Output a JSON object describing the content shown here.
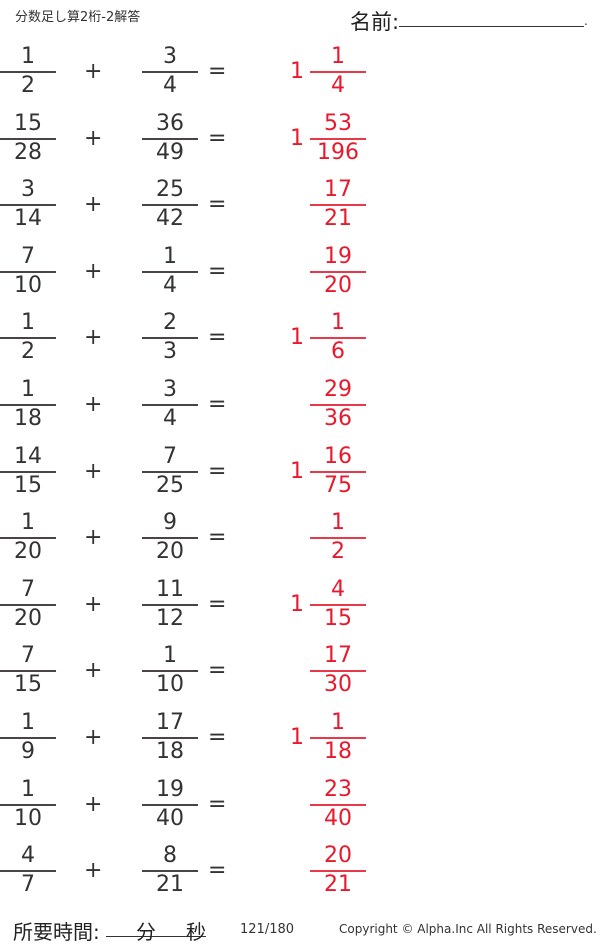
{
  "header": {
    "title": "分数足し算2桁-2解答",
    "name_label": "名前:",
    "name_end": "."
  },
  "operators": {
    "plus": "+",
    "equals": "="
  },
  "problems": [
    {
      "a": [
        "1",
        "2"
      ],
      "b": [
        "3",
        "4"
      ],
      "whole": "1",
      "ans": [
        "1",
        "4"
      ]
    },
    {
      "a": [
        "15",
        "28"
      ],
      "b": [
        "36",
        "49"
      ],
      "whole": "1",
      "ans": [
        "53",
        "196"
      ]
    },
    {
      "a": [
        "3",
        "14"
      ],
      "b": [
        "25",
        "42"
      ],
      "whole": "",
      "ans": [
        "17",
        "21"
      ]
    },
    {
      "a": [
        "7",
        "10"
      ],
      "b": [
        "1",
        "4"
      ],
      "whole": "",
      "ans": [
        "19",
        "20"
      ]
    },
    {
      "a": [
        "1",
        "2"
      ],
      "b": [
        "2",
        "3"
      ],
      "whole": "1",
      "ans": [
        "1",
        "6"
      ]
    },
    {
      "a": [
        "1",
        "18"
      ],
      "b": [
        "3",
        "4"
      ],
      "whole": "",
      "ans": [
        "29",
        "36"
      ]
    },
    {
      "a": [
        "14",
        "15"
      ],
      "b": [
        "7",
        "25"
      ],
      "whole": "1",
      "ans": [
        "16",
        "75"
      ]
    },
    {
      "a": [
        "1",
        "20"
      ],
      "b": [
        "9",
        "20"
      ],
      "whole": "",
      "ans": [
        "1",
        "2"
      ]
    },
    {
      "a": [
        "7",
        "20"
      ],
      "b": [
        "11",
        "12"
      ],
      "whole": "1",
      "ans": [
        "4",
        "15"
      ]
    },
    {
      "a": [
        "7",
        "15"
      ],
      "b": [
        "1",
        "10"
      ],
      "whole": "",
      "ans": [
        "17",
        "30"
      ]
    },
    {
      "a": [
        "1",
        "9"
      ],
      "b": [
        "17",
        "18"
      ],
      "whole": "1",
      "ans": [
        "1",
        "18"
      ]
    },
    {
      "a": [
        "1",
        "10"
      ],
      "b": [
        "19",
        "40"
      ],
      "whole": "",
      "ans": [
        "23",
        "40"
      ]
    },
    {
      "a": [
        "4",
        "7"
      ],
      "b": [
        "8",
        "21"
      ],
      "whole": "",
      "ans": [
        "20",
        "21"
      ]
    }
  ],
  "footer": {
    "time_label": "所要時間:",
    "minutes": "分",
    "seconds": "秒",
    "page": "121/180",
    "copyright": "Copyright ©  Alpha.Inc All Rights Reserved."
  }
}
